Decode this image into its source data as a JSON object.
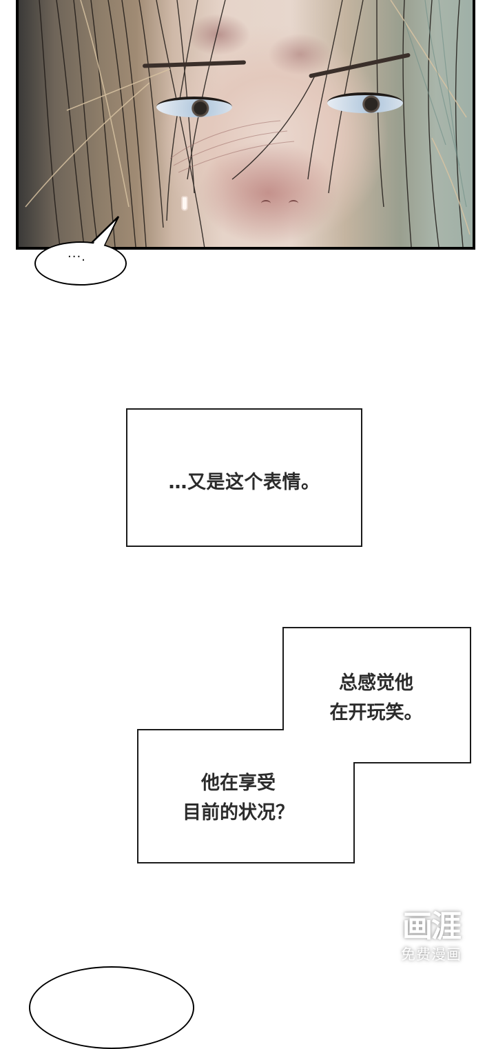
{
  "comic": {
    "panel_1": {
      "description": "Close-up of a frowning face with furrowed brows, blue-grey eyes, flushed cheeks and a sweat drop, framed by light brown hair strands",
      "speech_bubble": {
        "text": "···."
      }
    },
    "caption_1": {
      "text": "…又是这个表情。"
    },
    "caption_2": {
      "lines": [
        "总感觉他",
        "在开玩笑。"
      ],
      "text": "总感觉他\n在开玩笑。"
    },
    "caption_3": {
      "lines": [
        "他在享受",
        "目前的状况？"
      ],
      "text": "他在享受\n目前的状况？"
    },
    "bottom_bubble": {
      "text": ""
    }
  },
  "watermark": {
    "logo": "画涯",
    "subtitle": "免费漫画"
  },
  "colors": {
    "background": "#ffffff",
    "panel_border": "#000000",
    "caption_text": "#2b2b2b",
    "skin": "#e6d4c9",
    "blush": "#b06a68",
    "hair_left": "#8d7d69",
    "hair_right": "#9fb0a7",
    "iris": "#b9cde0"
  }
}
